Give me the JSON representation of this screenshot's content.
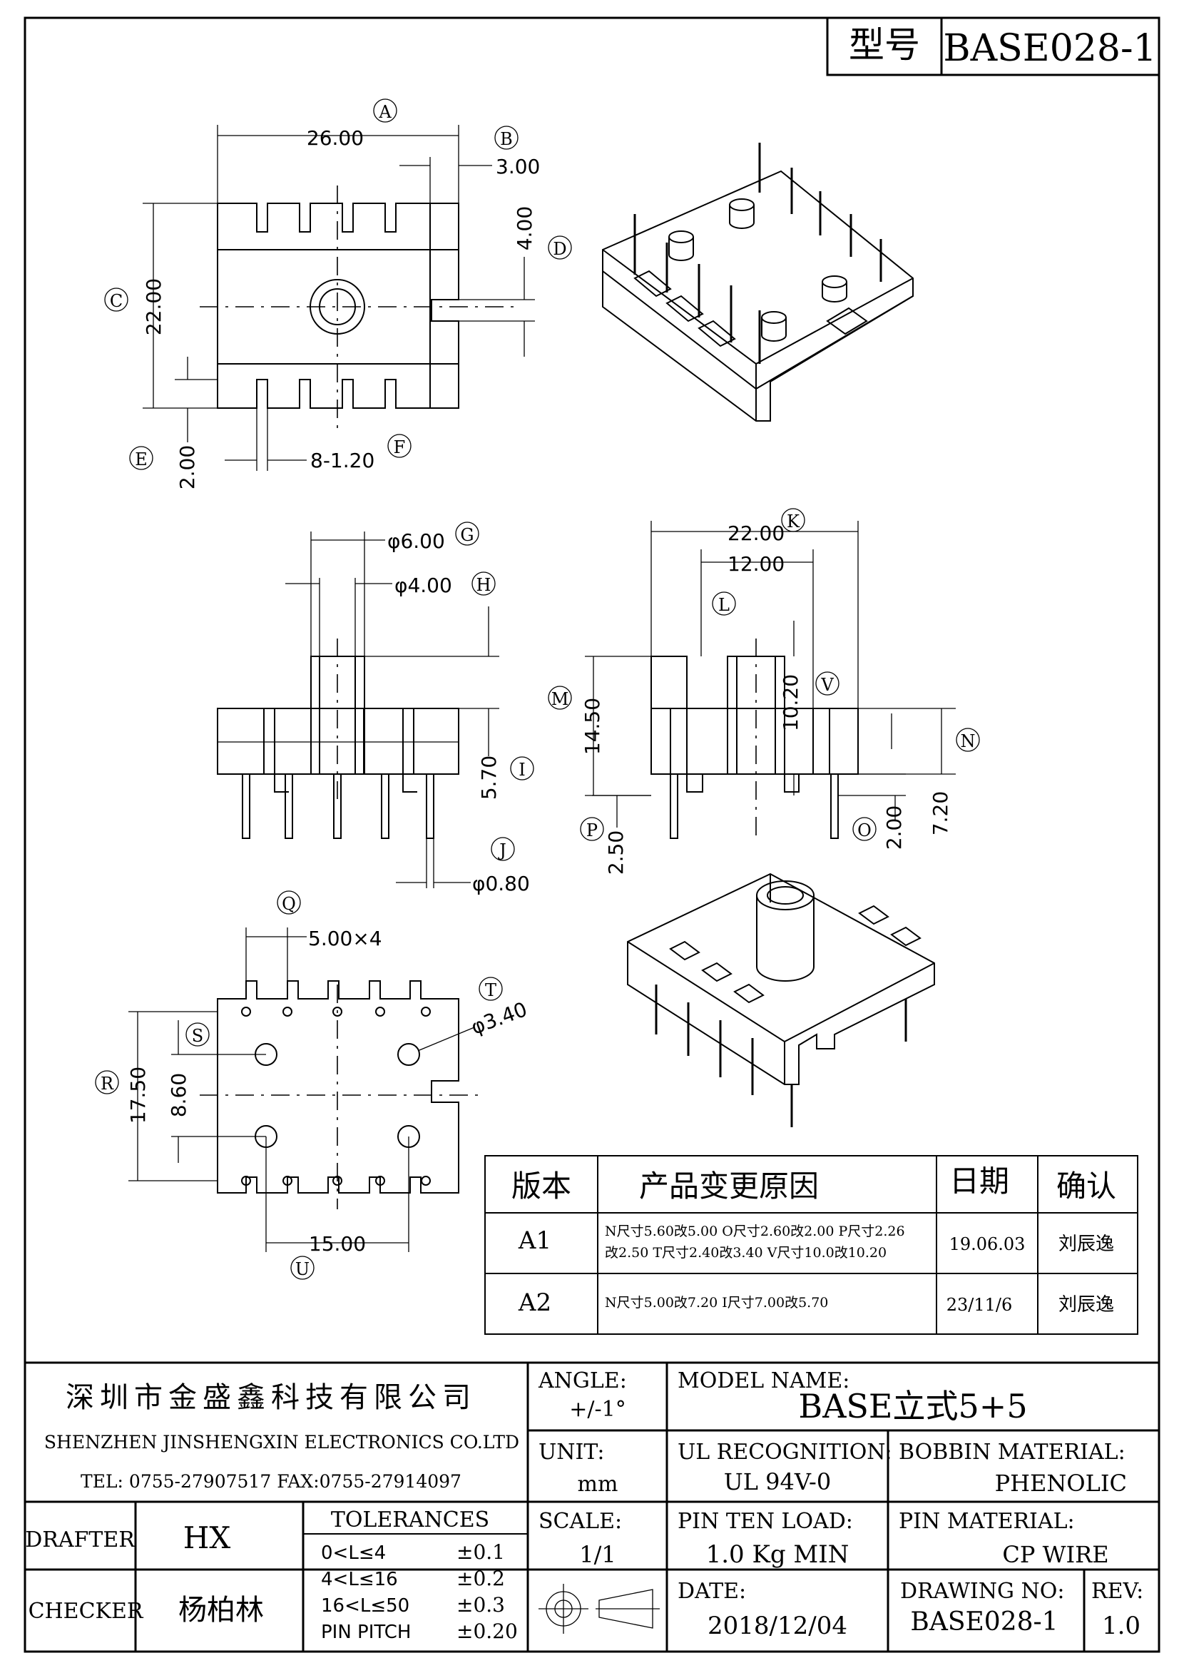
{
  "title_block": {
    "model_label": "型号",
    "model_value": "BASE028-1"
  },
  "dimensions": {
    "A": "A",
    "B": "B",
    "C": "C",
    "D": "D",
    "E": "E",
    "F": "F",
    "G": "G",
    "H": "H",
    "I": "I",
    "J": "J",
    "K": "K",
    "L": "L",
    "M": "M",
    "N": "N",
    "O": "O",
    "P": "P",
    "Q": "Q",
    "R": "R",
    "S": "S",
    "T": "T",
    "U": "U",
    "V": "V",
    "A_val": "26.00",
    "B_val": "3.00",
    "C_val": "22.00",
    "D_val": "4.00",
    "E_val": "2.00",
    "F_val": "8-1.20",
    "G_val": "φ6.00",
    "H_val": "φ4.00",
    "I_val": "5.70",
    "J_val": "φ0.80",
    "K_val": "22.00",
    "L_val": "12.00",
    "M_val": "14.50",
    "N_val": "7.20",
    "O_val": "2.00",
    "P_val": "2.50",
    "V_val": "10.20",
    "Q_val": "5.00×4",
    "R_val": "17.50",
    "S_val": "8.60",
    "T_val": "φ3.40",
    "U_val": "15.00"
  },
  "revision_table": {
    "headers": [
      "版本",
      "产品变更原因",
      "日期",
      "确认"
    ],
    "rows": [
      {
        "version": "A1",
        "reason_line1": "N尺寸5.60改5.00 O尺寸2.60改2.00 P尺寸2.26",
        "reason_line2": "改2.50 T尺寸2.40改3.40 V尺寸10.0改10.20",
        "date": "19.06.03",
        "confirm": "刘辰逸"
      },
      {
        "version": "A2",
        "reason_line1": "N尺寸5.00改7.20 I尺寸7.00改5.70",
        "reason_line2": "",
        "date": "23/11/6",
        "confirm": "刘辰逸"
      }
    ]
  },
  "company": {
    "name_cn": "深圳市金盛鑫科技有限公司",
    "name_en": "SHENZHEN JINSHENGXIN ELECTRONICS CO.LTD",
    "contact": "TEL: 0755-27907517 FAX:0755-27914097"
  },
  "info": {
    "angle_label": "ANGLE:",
    "angle_value": "+/-1°",
    "model_name_label": "MODEL NAME:",
    "model_name_value": "BASE立式5+5",
    "unit_label": "UNIT:",
    "unit_value": "mm",
    "ul_label": "UL RECOGNITION:",
    "ul_value": "UL 94V-0",
    "bobbin_label": "BOBBIN MATERIAL:",
    "bobbin_value": "PHENOLIC",
    "drafter_label": "DRAFTER",
    "drafter_value": "HX",
    "tolerances_label": "TOLERANCES",
    "tolerances": [
      {
        "range": "0<L≤4",
        "value": "±0.1"
      },
      {
        "range": "4<L≤16",
        "value": "±0.2"
      },
      {
        "range": "16<L≤50",
        "value": "±0.3"
      },
      {
        "range": "PIN PITCH",
        "value": "±0.20"
      }
    ],
    "scale_label": "SCALE:",
    "scale_value": "1/1",
    "pin_load_label": "PIN TEN LOAD:",
    "pin_load_value": "1.0 Kg MIN",
    "pin_material_label": "PIN MATERIAL:",
    "pin_material_value": "CP WIRE",
    "checker_label": "CHECKER",
    "checker_value": "杨柏林",
    "date_label": "DATE:",
    "date_value": "2018/12/04",
    "drawing_no_label": "DRAWING NO:",
    "drawing_no_value": "BASE028-1",
    "rev_label": "REV:",
    "rev_value": "1.0"
  }
}
